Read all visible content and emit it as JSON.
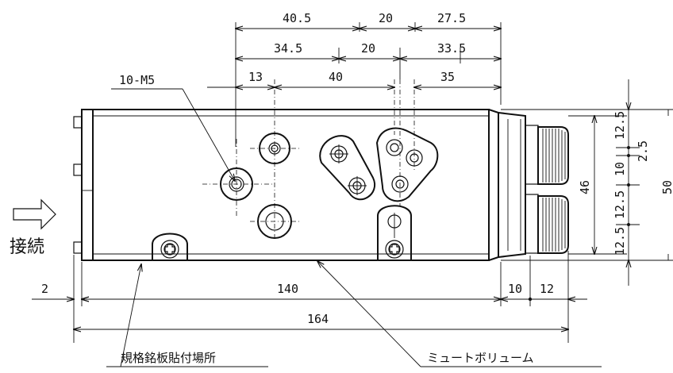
{
  "dimensions": {
    "top_row1": [
      "40.5",
      "20",
      "27.5"
    ],
    "top_row2": [
      "34.5",
      "20",
      "33.5"
    ],
    "top_row3": [
      "13",
      "40",
      "35"
    ],
    "bottom_overall": "164",
    "bottom_body": "140",
    "bottom_left_offset": "2",
    "bottom_right_a": "10",
    "bottom_right_b": "12",
    "right_stack": [
      "12.5",
      "2.5",
      "10",
      "12.5",
      "12.5"
    ],
    "right_46": "46",
    "right_50": "50"
  },
  "labels": {
    "thread_callout": "10-M5",
    "connection": "接続",
    "nameplate": "規格銘板貼付場所",
    "mute_volume": "ミュートボリューム"
  },
  "icons": {
    "connection_arrow": "hollow-right-arrow-icon",
    "screw": "phillips-screw-icon"
  }
}
